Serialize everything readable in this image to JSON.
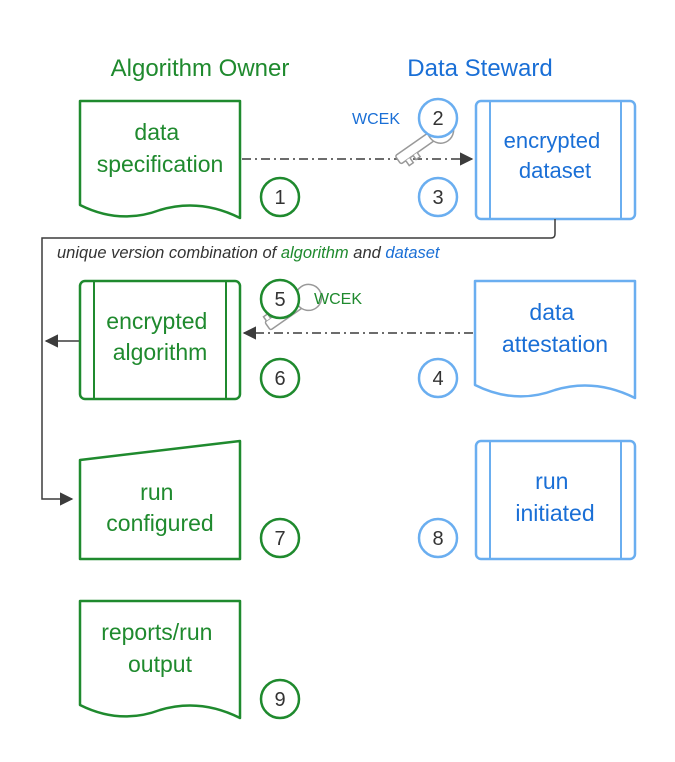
{
  "columns": {
    "algorithm_owner": "Algorithm Owner",
    "data_steward": "Data Steward"
  },
  "colors": {
    "green": "#1f8a2e",
    "blue": "#1a6fd6",
    "light_blue": "#6aaef0",
    "gray": "#444444"
  },
  "nodes": {
    "data_specification": [
      "data",
      "specification"
    ],
    "encrypted_dataset": [
      "encrypted",
      "dataset"
    ],
    "encrypted_algorithm": [
      "encrypted",
      "algorithm"
    ],
    "data_attestation": [
      "data",
      "attestation"
    ],
    "run_configured": [
      "run",
      "configured"
    ],
    "run_initiated": [
      "run",
      "initiated"
    ],
    "reports_output": [
      "reports/run",
      "output"
    ]
  },
  "steps": {
    "s1": "1",
    "s2": "2",
    "s3": "3",
    "s4": "4",
    "s5": "5",
    "s6": "6",
    "s7": "7",
    "s8": "8",
    "s9": "9"
  },
  "key_labels": {
    "top": "WCEK",
    "middle": "WCEK"
  },
  "caption": {
    "prefix": "unique version combination of ",
    "algorithm": "algorithm",
    "and": " and ",
    "dataset": "dataset"
  },
  "icons": {
    "key": "key-icon"
  }
}
